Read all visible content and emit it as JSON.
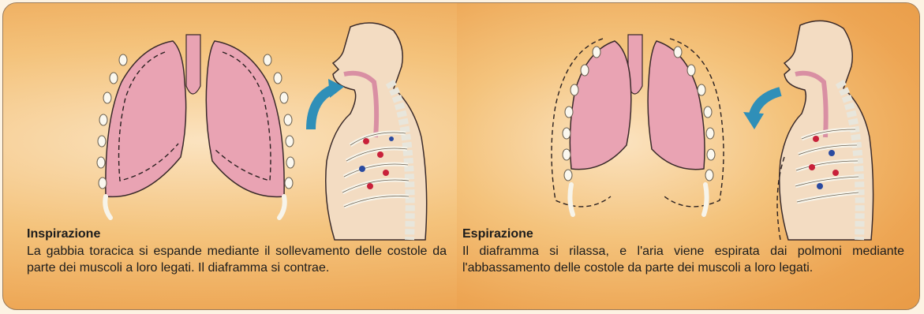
{
  "panels": [
    {
      "title": "Inspirazione",
      "text": "La gabbia toracica si espande mediante il sollevamento delle costole da parte dei muscoli a loro legati. Il diaframma si contrae."
    },
    {
      "title": "Espirazione",
      "text": "Il diaframma si rilassa, e l'aria viene espirata dai polmoni mediante l'abbassamento delle costole da parte dei muscoli a loro legati."
    }
  ],
  "colors": {
    "lung": "#e9a3b3",
    "lung_outline": "#3a2a2a",
    "skin": "#f3dcc2",
    "bone": "#f7f4ea",
    "arrow": "#2f8fb8"
  },
  "icons": [
    "lungs-illustration",
    "torso-profile-illustration",
    "airflow-arrow-icon"
  ]
}
